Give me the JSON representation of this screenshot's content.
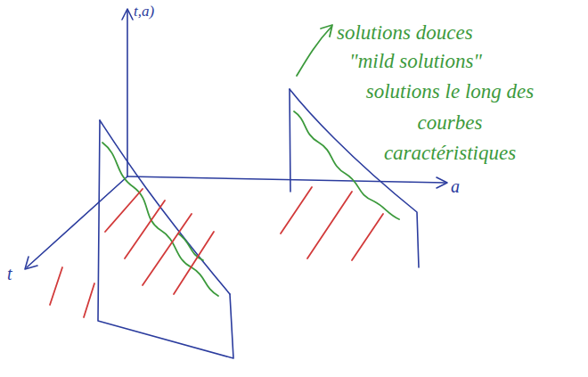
{
  "diagram": {
    "labels": [
      "t,a)",
      "a",
      "t",
      "solutions douces",
      "\"mild solutions\"",
      "solutions le long des courbes caractéristiques"
    ]
  }
}
